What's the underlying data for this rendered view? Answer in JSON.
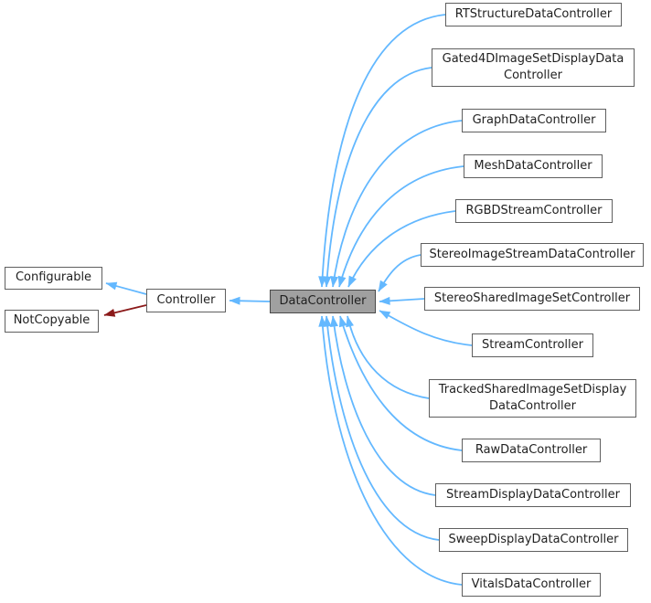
{
  "diagram": {
    "type": "inheritance-graph",
    "focus_class": "DataController",
    "colors": {
      "public_inheritance": "#63b8ff",
      "private_inheritance": "#8b1a1a",
      "node_fill": "#ffffff",
      "node_border": "#5f5f5f",
      "focus_fill": "#a0a0a0",
      "focus_border": "#4a4a4a",
      "text": "#1f1f1f"
    },
    "nodes": [
      {
        "id": "configurable",
        "label": "Configurable"
      },
      {
        "id": "notcopyable",
        "label": "NotCopyable"
      },
      {
        "id": "controller",
        "label": "Controller"
      },
      {
        "id": "datacontroller",
        "label": "DataController",
        "focus": true
      },
      {
        "id": "rtstructuredatacontroller",
        "label": "RTStructureDataController"
      },
      {
        "id": "gated4dimagesetdisplaydatacontroller",
        "label": "Gated4DImageSetDisplayData\nController"
      },
      {
        "id": "graphdatacontroller",
        "label": "GraphDataController"
      },
      {
        "id": "meshdatacontroller",
        "label": "MeshDataController"
      },
      {
        "id": "rgbdstreamcontroller",
        "label": "RGBDStreamController"
      },
      {
        "id": "stereoimagestreamdatacontroller",
        "label": "StereoImageStreamDataController"
      },
      {
        "id": "stereosharedimagesetcontroller",
        "label": "StereoSharedImageSetController"
      },
      {
        "id": "streamcontroller",
        "label": "StreamController"
      },
      {
        "id": "trackedsharedimagesetdisplaydatacontroller",
        "label": "TrackedSharedImageSetDisplay\nDataController"
      },
      {
        "id": "rawdatacontroller",
        "label": "RawDataController"
      },
      {
        "id": "streamdisplaydatacontroller",
        "label": "StreamDisplayDataController"
      },
      {
        "id": "sweepdisplaydatacontroller",
        "label": "SweepDisplayDataController"
      },
      {
        "id": "vitalsdatacontroller",
        "label": "VitalsDataController"
      }
    ],
    "edges": [
      {
        "from": "Controller",
        "to": "Configurable",
        "style": "public"
      },
      {
        "from": "Controller",
        "to": "NotCopyable",
        "style": "private"
      },
      {
        "from": "DataController",
        "to": "Controller",
        "style": "public"
      },
      {
        "from": "RTStructureDataController",
        "to": "DataController",
        "style": "public"
      },
      {
        "from": "Gated4DImageSetDisplayDataController",
        "to": "DataController",
        "style": "public"
      },
      {
        "from": "GraphDataController",
        "to": "DataController",
        "style": "public"
      },
      {
        "from": "MeshDataController",
        "to": "DataController",
        "style": "public"
      },
      {
        "from": "RGBDStreamController",
        "to": "DataController",
        "style": "public"
      },
      {
        "from": "StereoImageStreamDataController",
        "to": "DataController",
        "style": "public"
      },
      {
        "from": "StereoSharedImageSetController",
        "to": "DataController",
        "style": "public"
      },
      {
        "from": "StreamController",
        "to": "DataController",
        "style": "public"
      },
      {
        "from": "TrackedSharedImageSetDisplayDataController",
        "to": "DataController",
        "style": "public"
      },
      {
        "from": "RawDataController",
        "to": "DataController",
        "style": "public"
      },
      {
        "from": "StreamDisplayDataController",
        "to": "DataController",
        "style": "public"
      },
      {
        "from": "SweepDisplayDataController",
        "to": "DataController",
        "style": "public"
      },
      {
        "from": "VitalsDataController",
        "to": "DataController",
        "style": "public"
      }
    ]
  }
}
